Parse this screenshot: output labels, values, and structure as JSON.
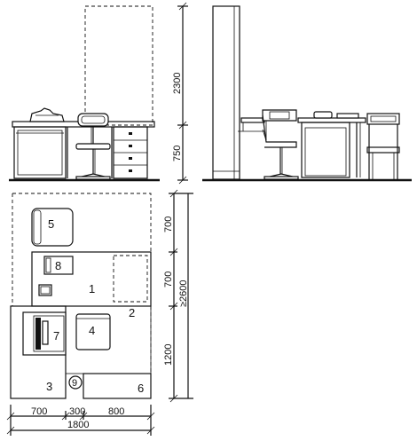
{
  "elevation": {
    "dim_total_height": "2300",
    "dim_desk_height": "750"
  },
  "plan": {
    "labels": {
      "n1": "1",
      "n2": "2",
      "n3": "3",
      "n4": "4",
      "n5": "5",
      "n6": "6",
      "n7": "7",
      "n8": "8",
      "n9": "9"
    },
    "dims_vertical": {
      "d700_top": "700",
      "d700_mid": "700",
      "d1200": "1200",
      "d2600": "≥2600"
    },
    "dims_horizontal": {
      "d700": "700",
      "d300": "300",
      "d800": "800",
      "d1800": "1800"
    }
  }
}
